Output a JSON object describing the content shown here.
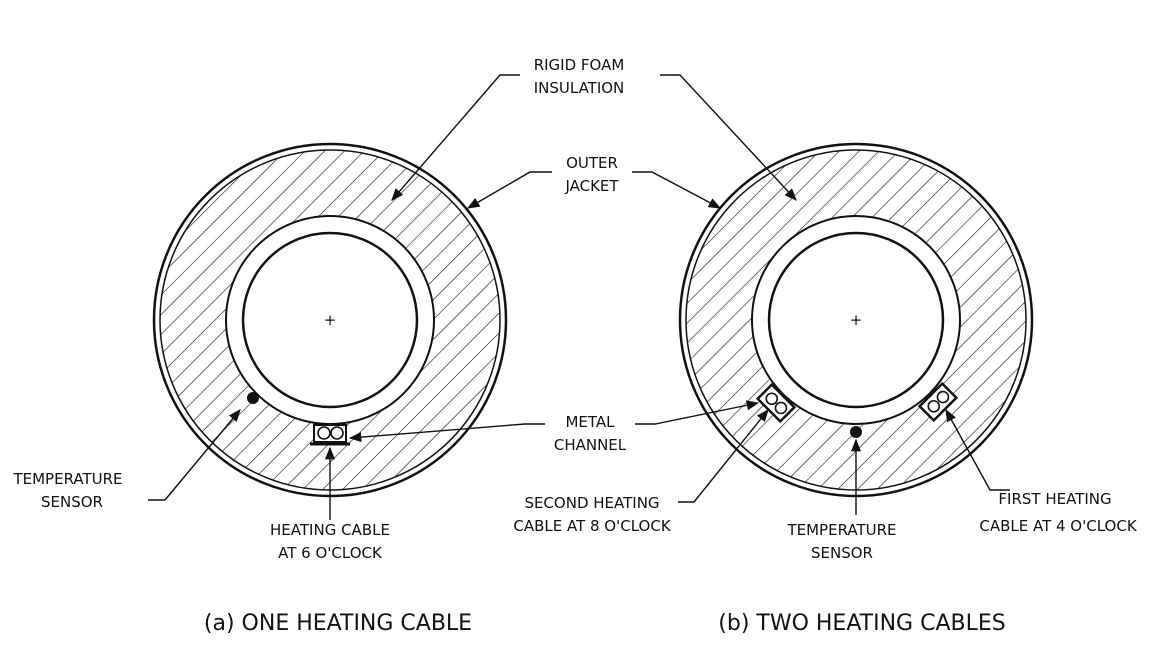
{
  "labels": {
    "rigid_foam_line1": "RIGID FOAM",
    "rigid_foam_line2": "INSULATION",
    "outer_jacket_line1": "OUTER",
    "outer_jacket_line2": "JACKET",
    "metal_channel_line1": "METAL",
    "metal_channel_line2": "CHANNEL",
    "temp_sensor_a_line1": "TEMPERATURE",
    "temp_sensor_a_line2": "SENSOR",
    "heating_cable_a_line1": "HEATING CABLE",
    "heating_cable_a_line2": "AT 6 O'CLOCK",
    "second_cable_line1": "SECOND HEATING",
    "second_cable_line2": "CABLE AT 8 O'CLOCK",
    "temp_sensor_b_line1": "TEMPERATURE",
    "temp_sensor_b_line2": "SENSOR",
    "first_cable_line1": "FIRST HEATING",
    "first_cable_line2": "CABLE AT 4 O'CLOCK"
  },
  "captions": {
    "a": "(a) ONE HEATING CABLE",
    "b": "(b) TWO HEATING CABLES"
  },
  "center_mark": "+"
}
